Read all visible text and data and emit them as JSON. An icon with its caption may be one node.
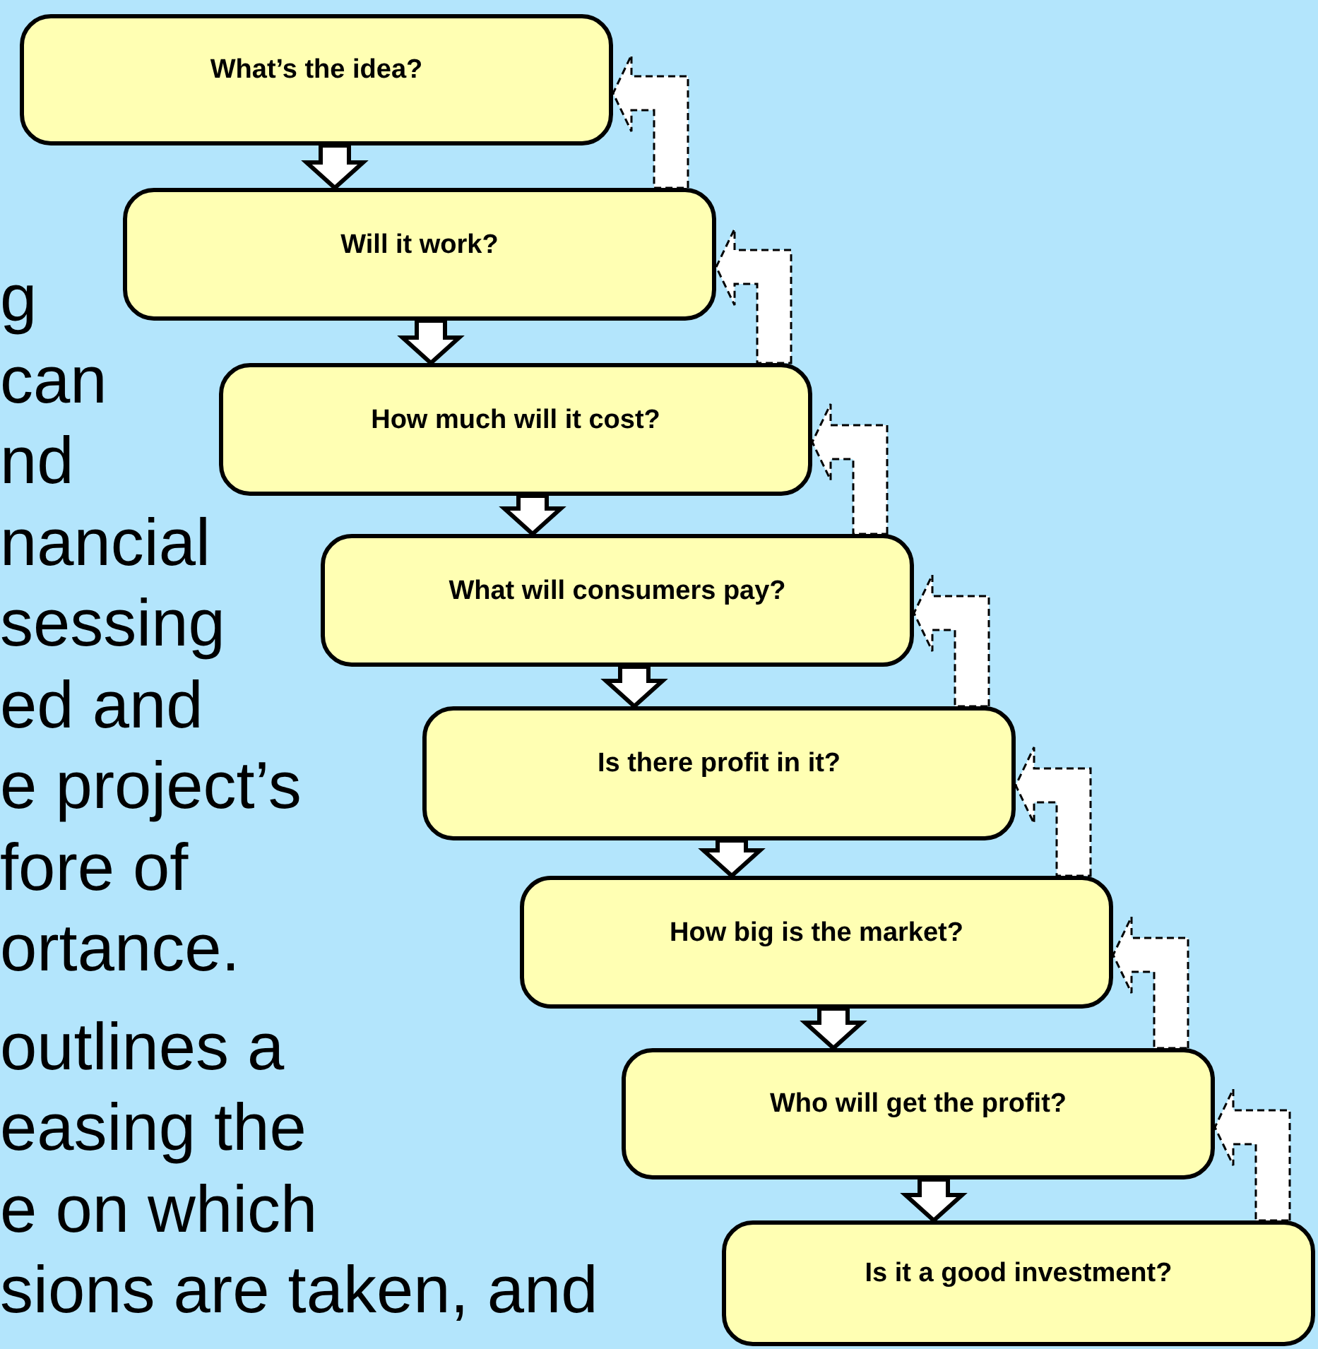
{
  "diagram": {
    "nodes": [
      {
        "text": [
          "What’s the idea?"
        ]
      },
      {
        "text": [
          "Will it work?"
        ]
      },
      {
        "text": [
          "How much will it cost?"
        ]
      },
      {
        "text": [
          "What will consumers pay?"
        ]
      },
      {
        "text": [
          "Is there profit in it?"
        ]
      },
      {
        "text": [
          "How big is the market?"
        ]
      },
      {
        "text": [
          "Who will get the profit?"
        ]
      },
      {
        "text": [
          "Is it a good investment?"
        ]
      }
    ],
    "edges": [
      {
        "from": 0,
        "to": 1,
        "arrow": "to"
      },
      {
        "from": 1,
        "to": 2,
        "arrow": "to"
      },
      {
        "from": 2,
        "to": 3,
        "arrow": "to"
      },
      {
        "from": 3,
        "to": 4,
        "arrow": "to"
      },
      {
        "from": 4,
        "to": 5,
        "arrow": "to"
      },
      {
        "from": 5,
        "to": 6,
        "arrow": "to"
      },
      {
        "from": 6,
        "to": 7,
        "arrow": "to"
      },
      {
        "from": 1,
        "to": 0,
        "arrow": "to",
        "style": "dashed"
      },
      {
        "from": 2,
        "to": 1,
        "arrow": "to",
        "style": "dashed"
      },
      {
        "from": 3,
        "to": 2,
        "arrow": "to",
        "style": "dashed"
      },
      {
        "from": 4,
        "to": 3,
        "arrow": "to",
        "style": "dashed"
      },
      {
        "from": 5,
        "to": 4,
        "arrow": "to",
        "style": "dashed"
      },
      {
        "from": 6,
        "to": 5,
        "arrow": "to",
        "style": "dashed"
      },
      {
        "from": 7,
        "to": 6,
        "arrow": "to",
        "style": "dashed"
      }
    ],
    "labels": [
      "g",
      "can",
      "nd",
      "nancial",
      "sessing",
      "ed and",
      "e project’s",
      "fore of",
      "ortance.",
      "outlines a",
      "easing the",
      "e on which",
      "sions are taken, and"
    ]
  }
}
